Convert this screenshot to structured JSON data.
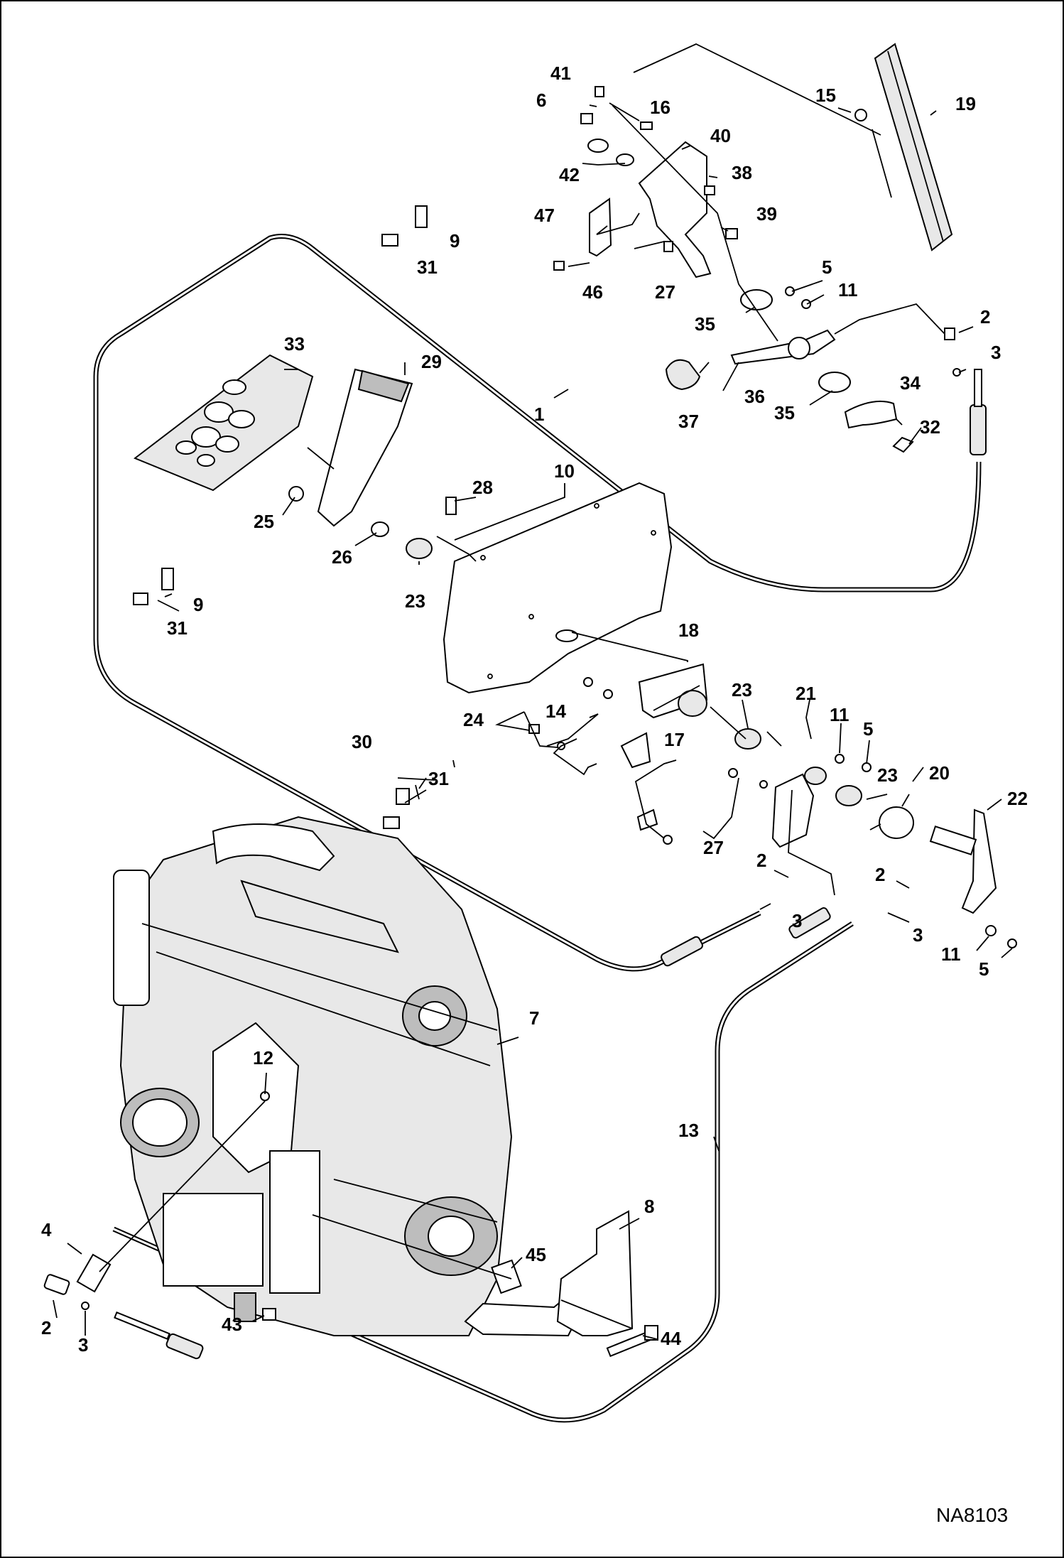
{
  "figure_id": "NA8103",
  "callouts": [
    "1",
    "2",
    "3",
    "4",
    "5",
    "6",
    "7",
    "8",
    "9",
    "10",
    "11",
    "12",
    "13",
    "14",
    "15",
    "16",
    "17",
    "18",
    "19",
    "20",
    "21",
    "22",
    "23",
    "24",
    "25",
    "26",
    "27",
    "28",
    "29",
    "30",
    "31",
    "32",
    "33",
    "34",
    "35",
    "36",
    "37",
    "38",
    "39",
    "40",
    "41",
    "42",
    "43",
    "44",
    "45",
    "46",
    "47"
  ],
  "colors": {
    "line": "#000000",
    "background": "#ffffff",
    "shade": "#bdbdbd"
  }
}
